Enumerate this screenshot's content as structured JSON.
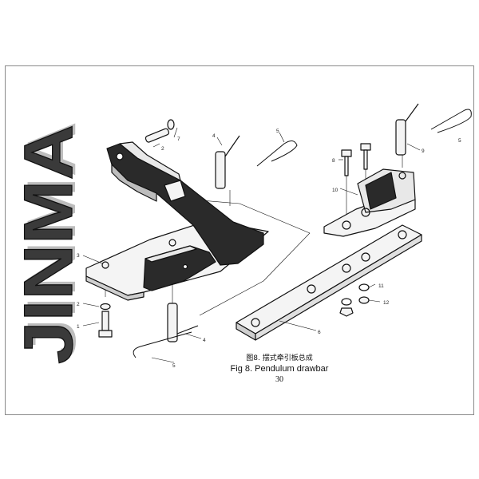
{
  "brand": {
    "logo_text": "JINMA",
    "text_color": "#3a3a3a"
  },
  "caption": {
    "chinese": "图8. 摆式牵引板总成",
    "english": "Fig 8. Pendulum drawbar",
    "page_number": "30"
  },
  "callouts": {
    "c1": "1",
    "c2a": "2",
    "c2b": "2",
    "c3": "3",
    "c4a": "4",
    "c4b": "4",
    "c5a": "5",
    "c5b": "5",
    "c5c": "5",
    "c6": "6",
    "c7": "7",
    "c8": "8",
    "c9": "9",
    "c10": "10",
    "c11": "11",
    "c12": "12"
  },
  "colors": {
    "ink": "#111111",
    "part_dark": "#2a2a2a",
    "part_light": "#f4f4f4"
  }
}
